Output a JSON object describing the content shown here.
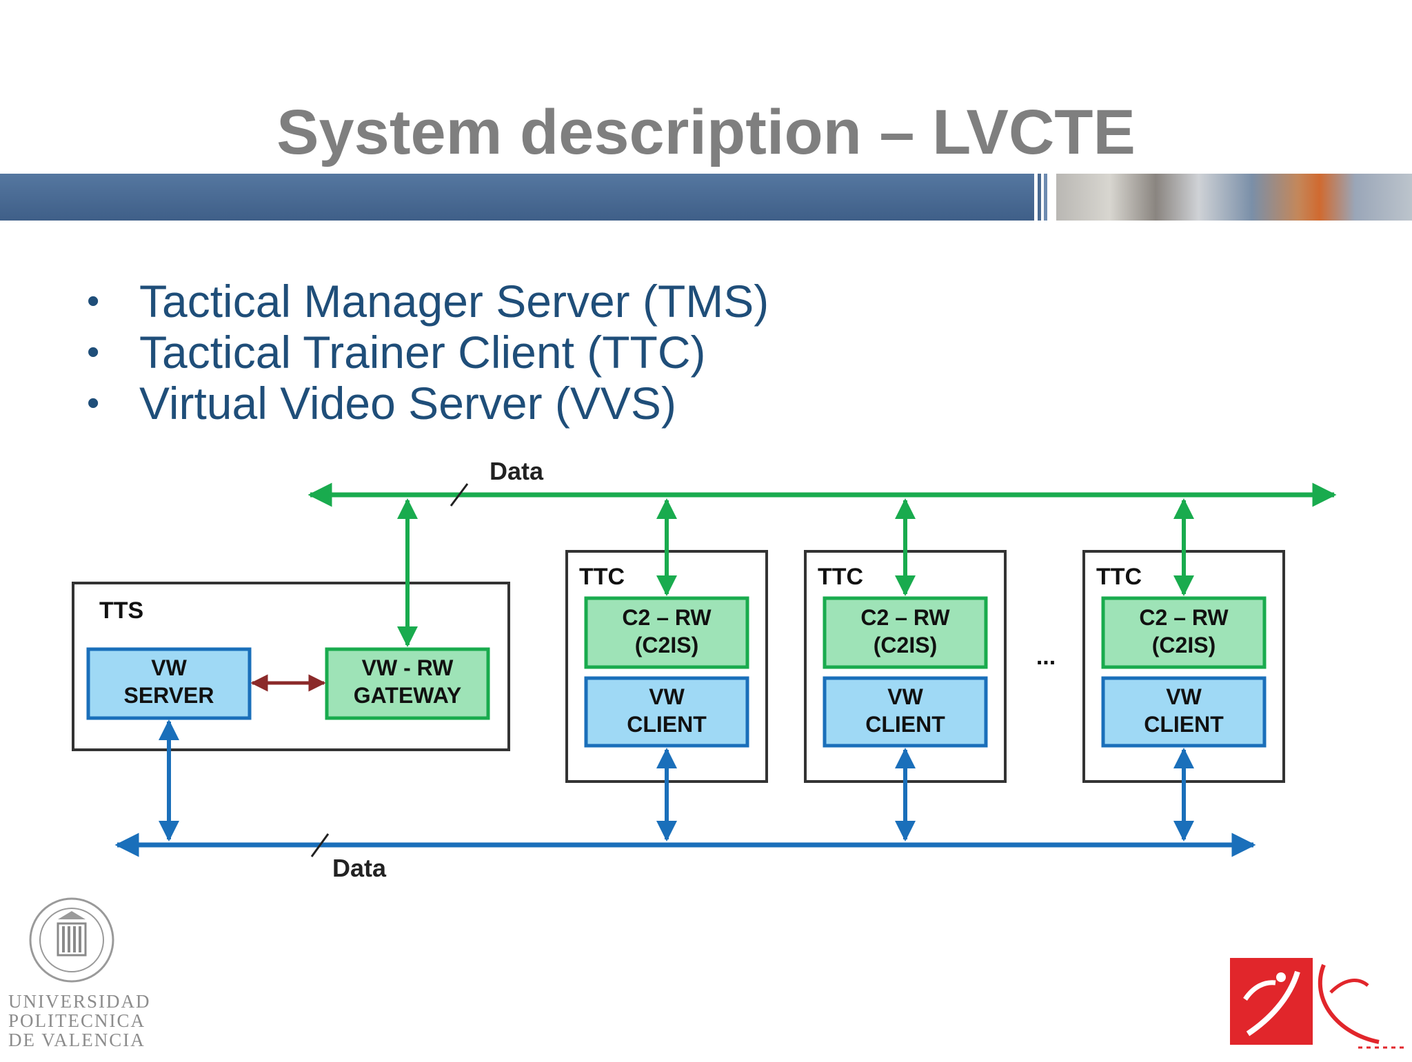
{
  "title": "System description – LVCTE",
  "bullets": [
    "Tactical Manager Server (TMS)",
    "Tactical Trainer Client (TTC)",
    "Virtual Video Server (VVS)"
  ],
  "diagram": {
    "top_bus_label": "Data",
    "bottom_bus_label": "Data",
    "tts": {
      "label": "TTS",
      "server": [
        "VW",
        "SERVER"
      ],
      "gateway": [
        "VW - RW",
        "GATEWAY"
      ]
    },
    "ttc_label": "TTC",
    "c2_label": [
      "C2 – RW",
      "(C2IS)"
    ],
    "client_label": [
      "VW",
      "CLIENT"
    ],
    "ellipsis": "...",
    "colors": {
      "green_line": "#19ab4e",
      "blue_line": "#1a6fba",
      "red_arrow": "#8b2a2a",
      "green_fill": "#9ee3b7",
      "blue_fill": "#9fd9f5"
    }
  },
  "logos": {
    "university": [
      "UNIVERSIDAD",
      "POLITECNICA",
      "DE VALENCIA"
    ]
  }
}
